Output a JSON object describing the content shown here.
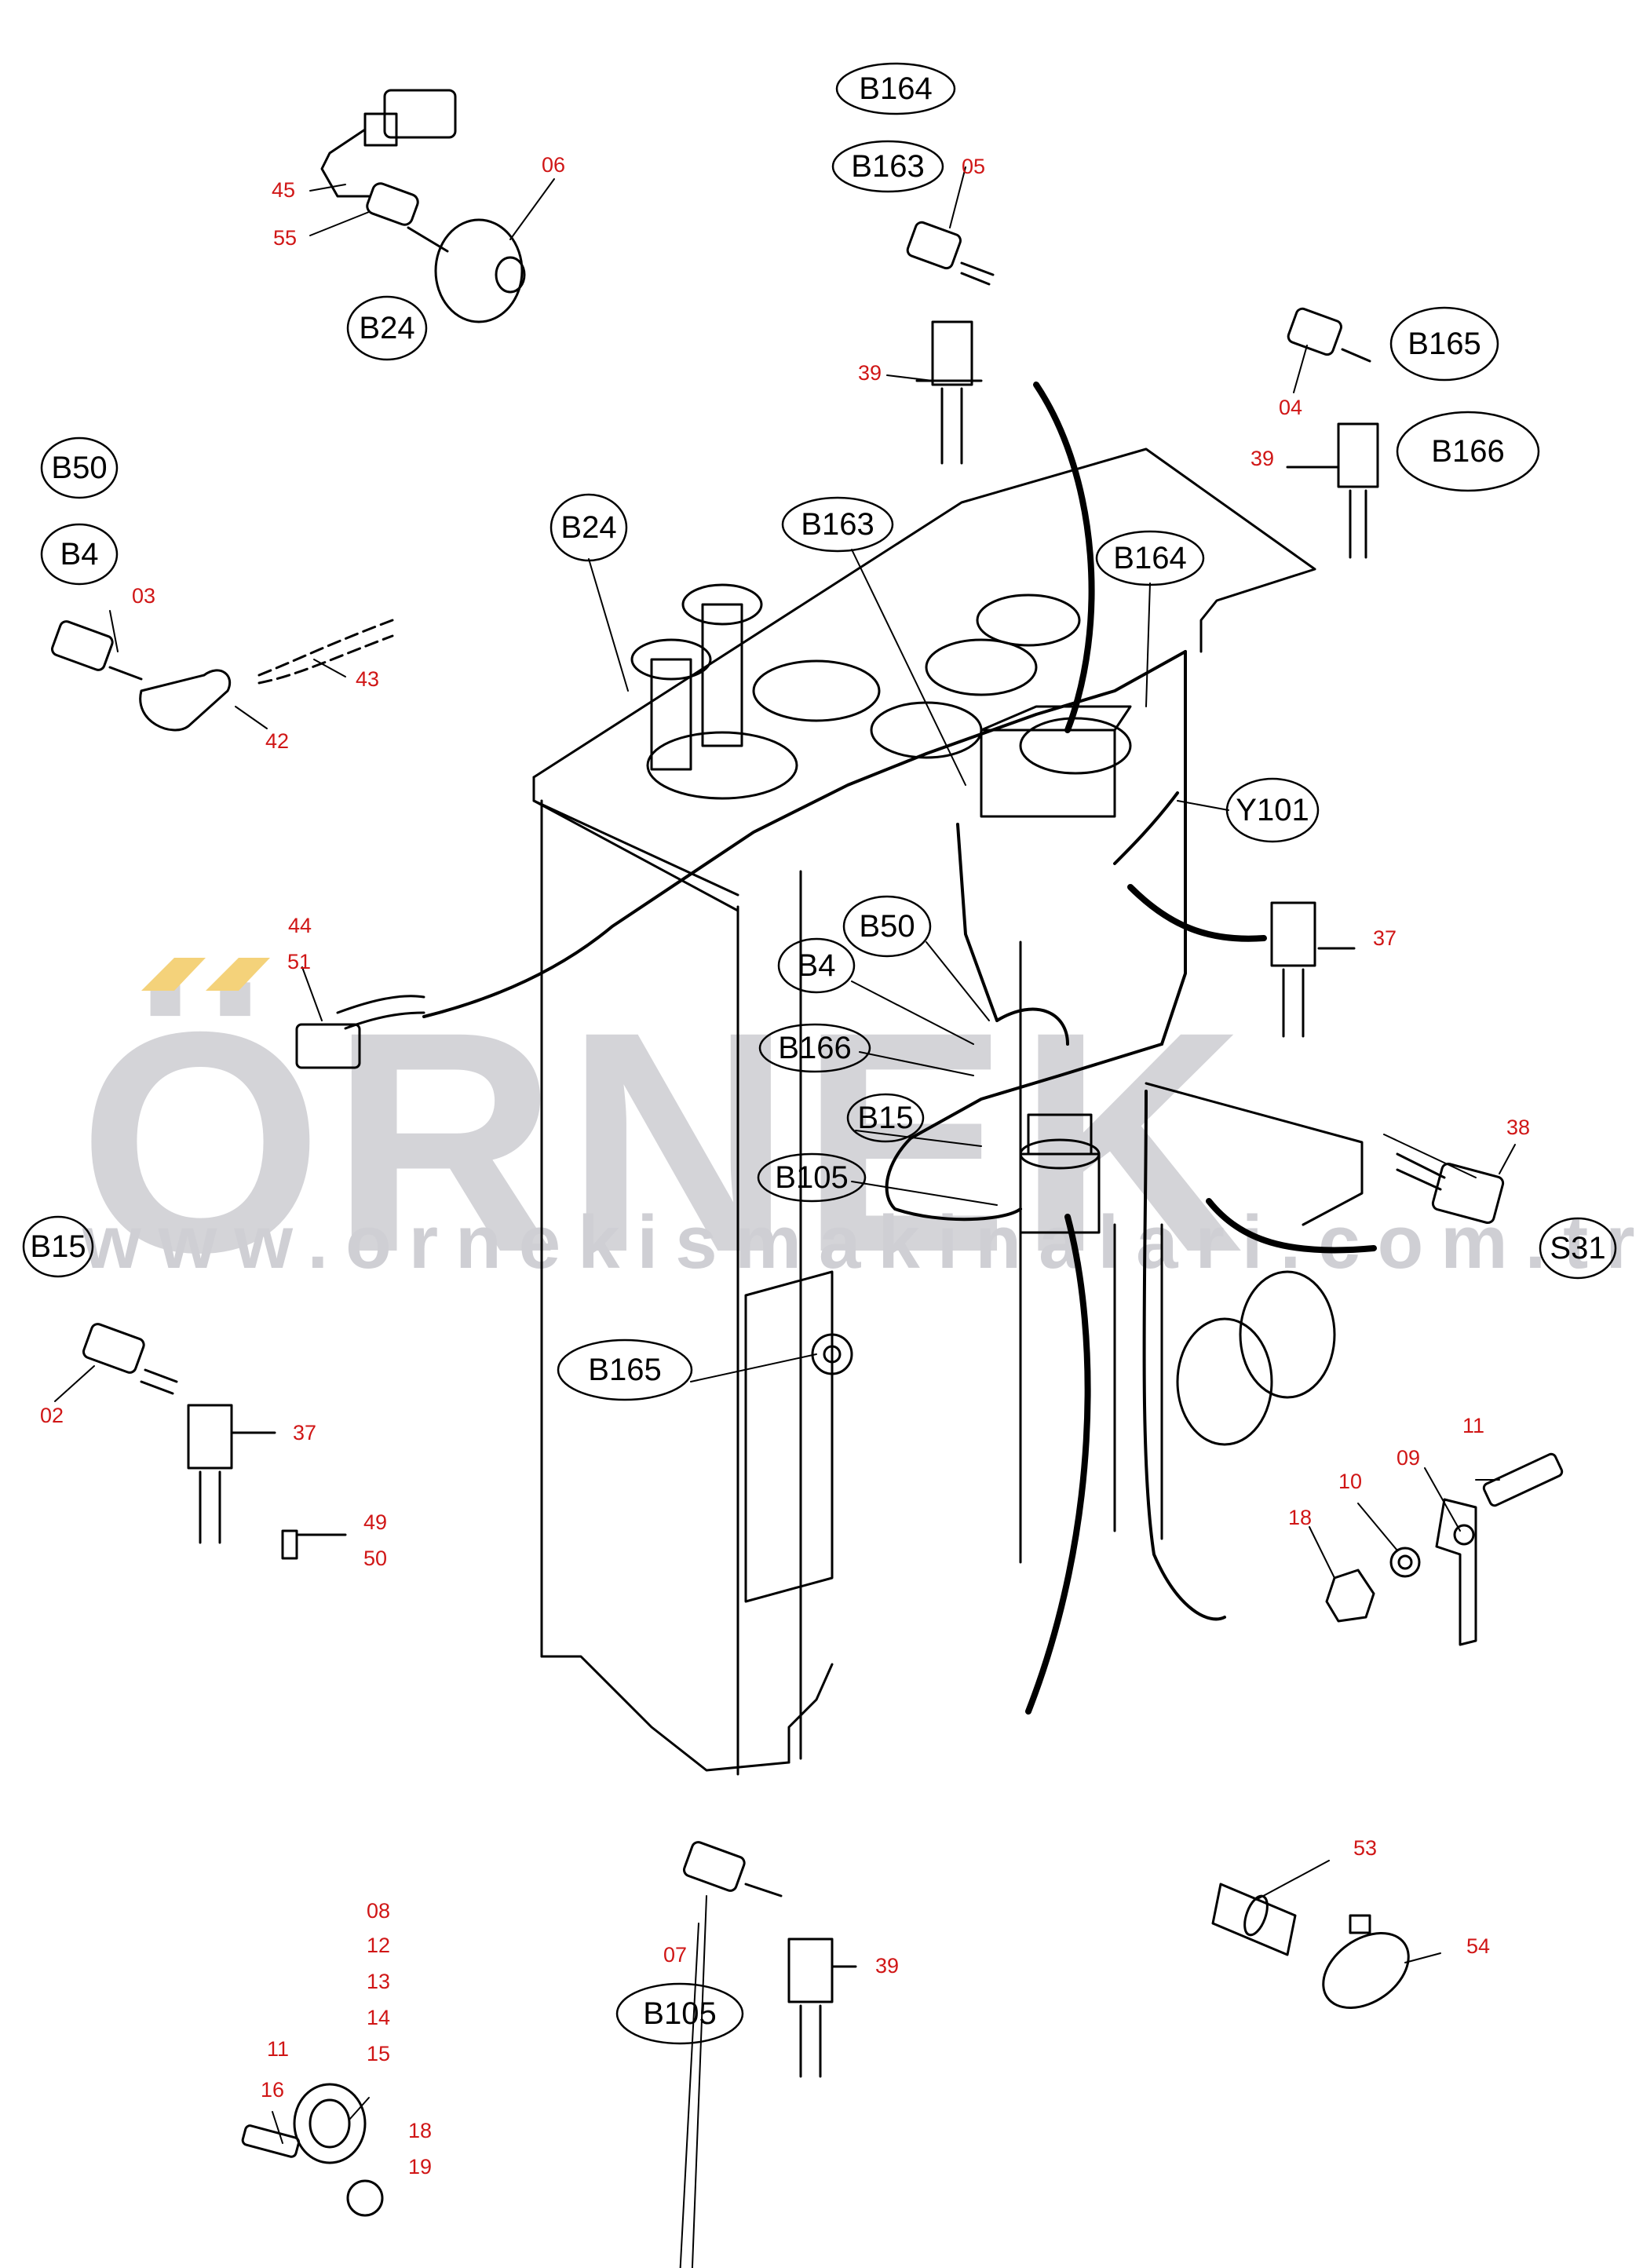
{
  "watermark": {
    "brand": "ÖRNEK",
    "url": "www.ornekismakinalari.com.tr",
    "accent_color": "#f4d27a",
    "text_color": "#d4d4d8"
  },
  "colors": {
    "part_number": "#d01616",
    "line": "#000000"
  },
  "component_codes": {
    "b164_top": "B164",
    "b163_top": "B163",
    "b165_right": "B165",
    "b166_right": "B166",
    "b24_top": "B24",
    "b50_left": "B50",
    "b4_left": "B4",
    "b15_left": "B15",
    "b105_bottom": "B105",
    "s31_right": "S31",
    "b24_callout": "B24",
    "b163_callout": "B163",
    "b164_callout": "B164",
    "y101_callout": "Y101",
    "b50_callout": "B50",
    "b4_callout": "B4",
    "b166_callout": "B166",
    "b15_callout": "B15",
    "b105_callout": "B105",
    "b165_callout": "B165"
  },
  "part_numbers": {
    "p45": "45",
    "p55": "55",
    "p06": "06",
    "p05": "05",
    "p39_top": "39",
    "p04": "04",
    "p39_right": "39",
    "p03": "03",
    "p43": "43",
    "p42": "42",
    "p44": "44",
    "p51": "51",
    "p37_right": "37",
    "p38": "38",
    "p02": "02",
    "p37_left": "37",
    "p49": "49",
    "p50": "50",
    "p11_right": "11",
    "p10": "10",
    "p09": "09",
    "p18_right": "18",
    "p53": "53",
    "p54": "54",
    "p07": "07",
    "p39_bottom": "39",
    "p08": "08",
    "p12": "12",
    "p13": "13",
    "p14": "14",
    "p15": "15",
    "p11_left": "11",
    "p16": "16",
    "p18_left": "18",
    "p19": "19"
  }
}
